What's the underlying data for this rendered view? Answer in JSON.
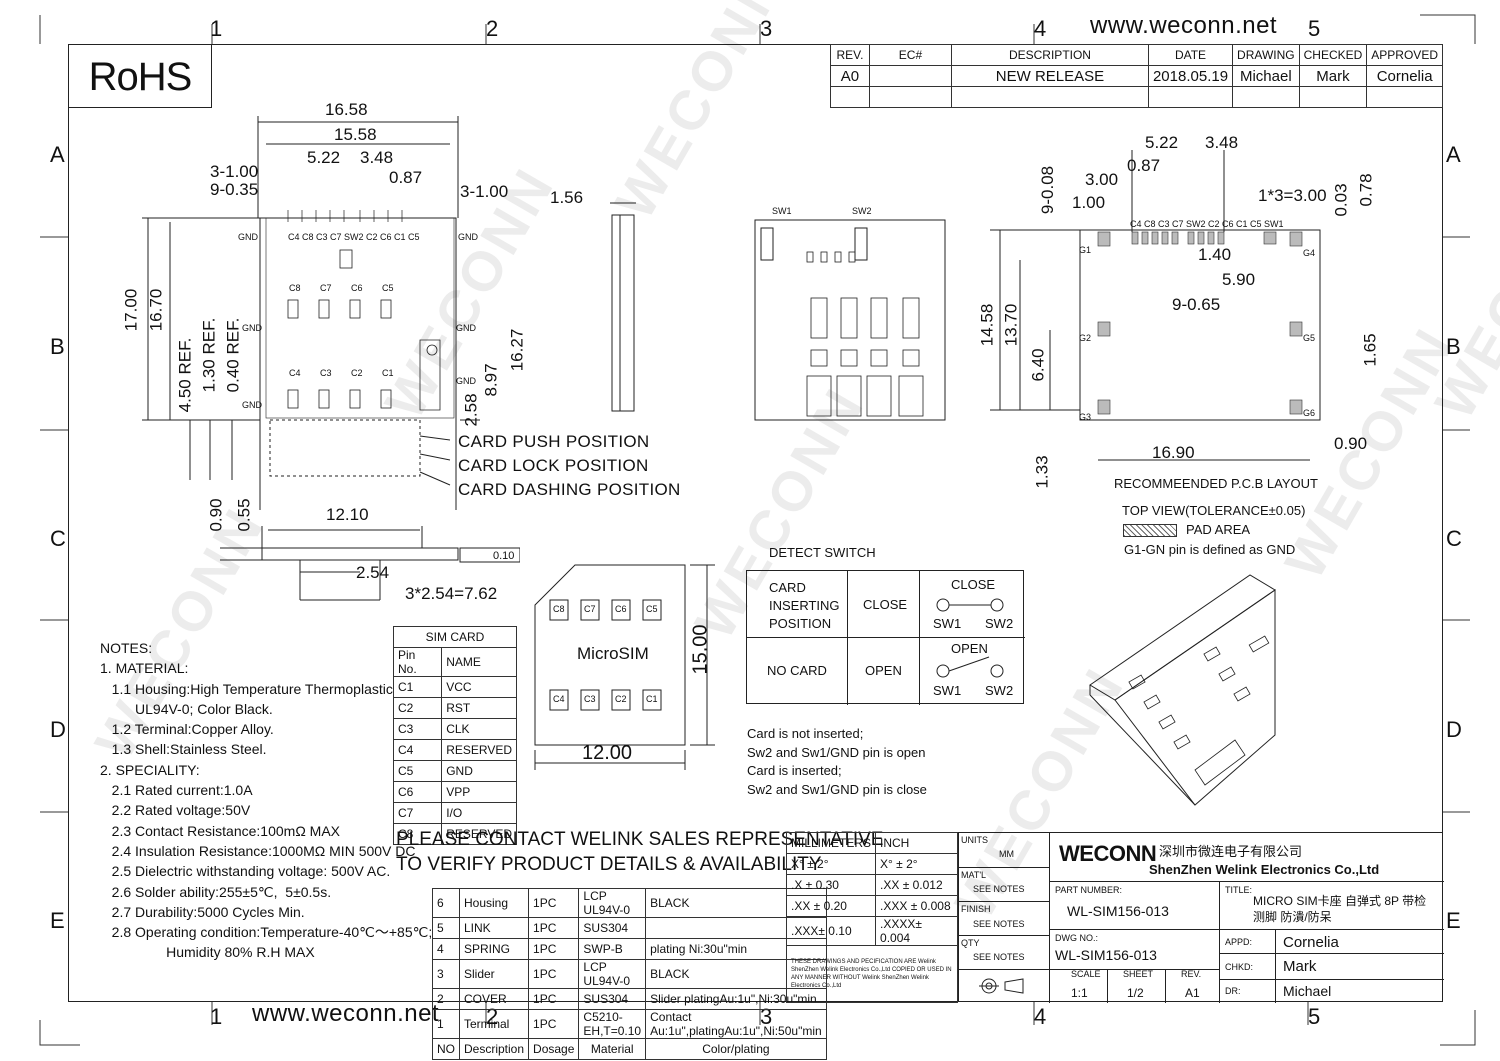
{
  "header": {
    "rohs": "RoHS",
    "url_top": "www.weconn.net",
    "url_bottom": "www.weconn.net",
    "zones_top": [
      "1",
      "2",
      "3",
      "4",
      "5"
    ],
    "zones_bottom": [
      "1",
      "2",
      "3",
      "4",
      "5"
    ],
    "zones_side": [
      "A",
      "B",
      "C",
      "D",
      "E"
    ]
  },
  "revision_table": {
    "headers": [
      "REV.",
      "EC#",
      "DESCRIPTION",
      "DATE",
      "DRAWING",
      "CHECKED",
      "APPROVED"
    ],
    "row": [
      "A0",
      "",
      "NEW RELEASE",
      "2018.05.19",
      "Michael",
      "Mark",
      "Cornelia"
    ]
  },
  "watermark": "WECONN",
  "front_view": {
    "dims": [
      "16.58",
      "15.58",
      "3-1.00",
      "9-0.35",
      "5.22",
      "3.48",
      "0.87",
      "3-1.00",
      "17.00",
      "16.70",
      "4.50 REF.",
      "1.30 REF.",
      "0.40 REF.",
      "8.97",
      "2.58",
      "16.27",
      "1.56"
    ],
    "pins_top": "C4 C8 C3 C7 SW2 C2 C6 C1 C5",
    "gnd": "GND",
    "pads_upper": [
      "C8",
      "C7",
      "C6",
      "C5"
    ],
    "pads_lower": [
      "C4",
      "C3",
      "C2",
      "C1"
    ],
    "positions": [
      "CARD PUSH POSITION",
      "CARD LOCK POSITION",
      "CARD DASHING POSITION"
    ]
  },
  "side_view": {
    "dims": [
      "0.90",
      "0.55",
      "12.10",
      "2.54",
      "3*2.54=7.62"
    ],
    "flatness": "0.10"
  },
  "bottom_view": {
    "sw1": "SW1",
    "sw2": "SW2"
  },
  "pcb_layout": {
    "dims": [
      "5.22",
      "3.48",
      "0.87",
      "9-0.08",
      "3.00",
      "1.00",
      "1*3=3.00",
      "0.03",
      "0.78",
      "1.40",
      "5.90",
      "9-0.65",
      "14.58",
      "13.70",
      "6.40",
      "1.65",
      "16.90",
      "0.90",
      "1.33"
    ],
    "pins": "C4 C8 C3 C7 SW2 C2 C6 C1 C5",
    "sw1": "SW1",
    "grounds": [
      "G1",
      "G2",
      "G3",
      "G4",
      "G5",
      "G6"
    ],
    "title": "RECOMMEENDED P.C.B LAYOUT",
    "top_view": "TOP VIEW(TOLERANCE±0.05)",
    "pad_area": "PAD AREA",
    "gnd_note": "G1-GN pin is defined as GND"
  },
  "microsim": {
    "title": "MicroSIM",
    "upper": [
      "C8",
      "C7",
      "C6",
      "C5"
    ],
    "lower": [
      "C4",
      "C3",
      "C2",
      "C1"
    ],
    "width": "12.00",
    "height": "15.00"
  },
  "sim_card_table": {
    "title": "SIM CARD",
    "headers": [
      "Pin No.",
      "NAME"
    ],
    "rows": [
      [
        "C1",
        "VCC"
      ],
      [
        "C2",
        "RST"
      ],
      [
        "C3",
        "CLK"
      ],
      [
        "C4",
        "RESERVED"
      ],
      [
        "C5",
        "GND"
      ],
      [
        "C6",
        "VPP"
      ],
      [
        "C7",
        "I/O"
      ],
      [
        "C8",
        "RESERVED"
      ]
    ]
  },
  "detect_switch": {
    "title": "DETECT SWITCH",
    "rows": [
      {
        "state": "CARD\nINSERTING\nPOSITION",
        "status": "CLOSE",
        "diagram": "CLOSE"
      },
      {
        "state": "NO CARD",
        "status": "OPEN",
        "diagram": "OPEN"
      }
    ],
    "sw1": "SW1",
    "sw2": "SW2",
    "notes": [
      "Card is not inserted;",
      "Sw2 and Sw1/GND pin is open",
      "Card is inserted;",
      "Sw2 and Sw1/GND pin is close"
    ]
  },
  "notes": "NOTES:\n1. MATERIAL:\n   1.1 Housing:High Temperature Thermoplastic\n         UL94V-0; Color Black.\n   1.2 Terminal:Copper Alloy.\n   1.3 Shell:Stainless Steel.\n2. SPECIALITY:\n   2.1 Rated current:1.0A\n   2.2 Rated voltage:50V\n   2.3 Contact Resistance:100mΩ MAX\n   2.4 Insulation Resistance:1000MΩ MIN 500V DC\n   2.5 Dielectric withstanding voltage: 500V AC.\n   2.6 Solder ability:255±5℃,  5±0.5s.\n   2.7 Durability:5000 Cycles Min.\n   2.8 Operating condition:Temperature-40℃～+85℃;\n                 Humidity 80% R.H MAX",
  "contact_note": [
    "PLEASE CONTACT WELINK SALES REPRESENTATIVE",
    "TO VERIFY PRODUCT DETAILS & AVAILABILITY"
  ],
  "bom": {
    "rows": [
      [
        "6",
        "Housing",
        "1PC",
        "LCP UL94V-0",
        "BLACK"
      ],
      [
        "5",
        "LINK",
        "1PC",
        "SUS304",
        ""
      ],
      [
        "4",
        "SPRING",
        "1PC",
        "SWP-B",
        "plating  Ni:30u\"min"
      ],
      [
        "3",
        "Slider",
        "1PC",
        "LCP UL94V-0",
        "BLACK"
      ],
      [
        "2",
        "COVER",
        "1PC",
        "SUS304",
        "Slider platingAu:1u\",Ni:30u\"min"
      ],
      [
        "1",
        "Terminal",
        "1PC",
        "C5210-EH,T=0.10",
        "Contact Au:1u\",platingAu:1u\",Ni:50u\"min"
      ]
    ],
    "headers": [
      "NO",
      "Description",
      "Dosage",
      "Material",
      "Color/plating"
    ]
  },
  "tolerance": {
    "headers": [
      "MILLIMETERS",
      "INCH"
    ],
    "rows": [
      [
        "X°  ±  2°",
        "X°   ±  2°"
      ],
      [
        ".X    ± 0.30",
        ".XX   ± 0.012"
      ],
      [
        ".XX ± 0.20",
        ".XXX  ± 0.008"
      ],
      [
        ".XXX± 0.10",
        ".XXXX± 0.004"
      ]
    ],
    "disclaimer": "THESE DRAWINGS AND PECIFICATION  ARE Welink ShenZhen Welink Electronics Co.,Ltd COPIED OR USED IN ANY MANNER WITHOUT Welink ShenZhen Welink Electronics Co.,Ltd"
  },
  "title_block": {
    "units_label": "UNITS",
    "units": "MM",
    "matl_label": "MAT'L",
    "finish_label": "FINISH",
    "qty_label": "QTY",
    "see_notes": "SEE NOTES",
    "company_logo": "WECONN",
    "company_cn": "深圳市微连电子有限公司",
    "company_en": "ShenZhen Welink Electronics Co.,Ltd",
    "part_label": "PART NUMBER:",
    "part_number": "WL-SIM156-013",
    "dwg_label": "DWG NO.:",
    "dwg_number": "WL-SIM156-013",
    "title_label": "TITLE:",
    "title": "MICRO SIM卡座 自弹式 8P 带检测脚 防潰/防呆",
    "scale_label": "SCALE",
    "scale": "1:1",
    "sheet_label": "SHEET",
    "sheet": "1/2",
    "rev_label": "REV.",
    "rev": "A1",
    "appd_label": "APPD:",
    "appd": "Cornelia",
    "chkd_label": "CHKD:",
    "chkd": "Mark",
    "dr_label": "DR:",
    "dr": "Michael"
  }
}
